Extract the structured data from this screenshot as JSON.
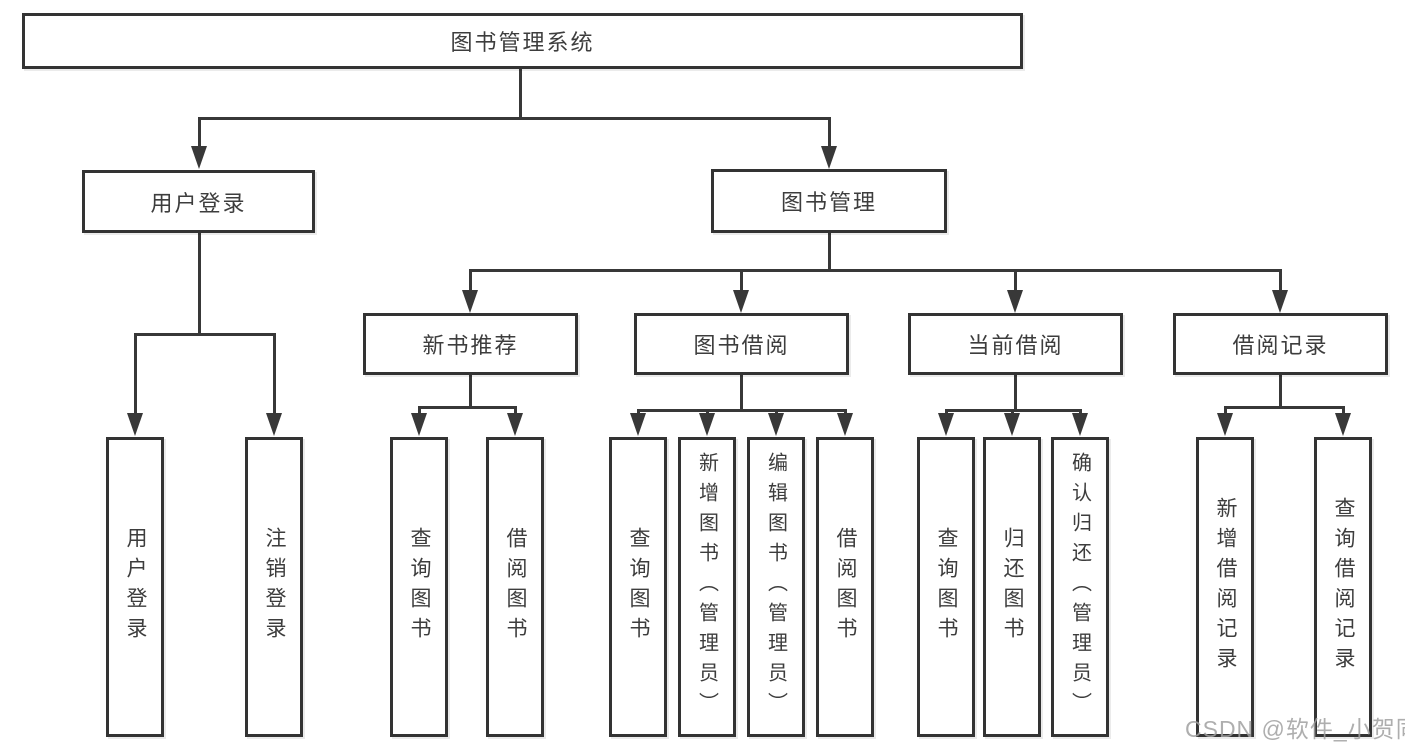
{
  "diagram_title": "图书管理系统",
  "colors": {
    "background": "#ffffff",
    "box_border": "#333333",
    "line": "#383838",
    "text": "#3d3d3d",
    "watermark": "#a6a6a6"
  },
  "watermark": {
    "text": "CSDN @软件_小贺同学"
  },
  "tree": {
    "root": {
      "label": "图书管理系统",
      "children": [
        {
          "label": "用户登录",
          "children": [
            {
              "label": "用户登录"
            },
            {
              "label": "注销登录"
            }
          ]
        },
        {
          "label": "图书管理",
          "children": [
            {
              "label": "新书推荐",
              "children": [
                {
                  "label": "查询图书"
                },
                {
                  "label": "借阅图书"
                }
              ]
            },
            {
              "label": "图书借阅",
              "children": [
                {
                  "label": "查询图书"
                },
                {
                  "label": "新增图书（管理员）"
                },
                {
                  "label": "编辑图书（管理员）"
                },
                {
                  "label": "借阅图书"
                }
              ]
            },
            {
              "label": "当前借阅",
              "children": [
                {
                  "label": "查询图书"
                },
                {
                  "label": "归还图书"
                },
                {
                  "label": "确认归还（管理员）"
                }
              ]
            },
            {
              "label": "借阅记录",
              "children": [
                {
                  "label": "新增借阅记录"
                },
                {
                  "label": "查询借阅记录"
                }
              ]
            }
          ]
        }
      ]
    }
  }
}
